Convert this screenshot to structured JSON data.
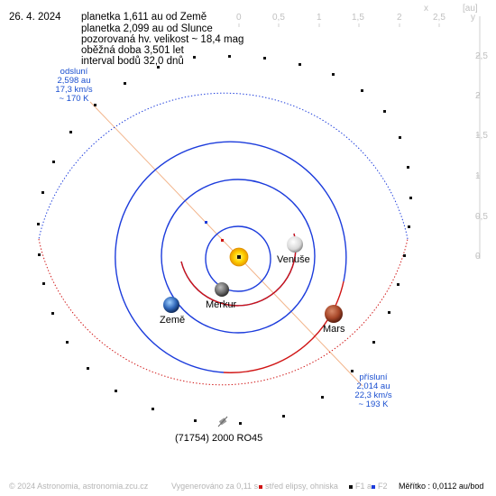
{
  "date": "26. 4. 2024",
  "info_lines": [
    "planetka 1,611 au od Země",
    "planetka 2,099 au od Slunce",
    "pozorovaná hv. velikost ~ 18,4 mag",
    "oběžná doba 3,501 let",
    "interval bodů 32,0 dnů"
  ],
  "aphelion": {
    "title": "odsluní",
    "distance": "2,598 au",
    "speed": "17,3 km/s",
    "temperature": "~ 170 K"
  },
  "perihelion": {
    "title": "přísluní",
    "distance": "2,014 au",
    "speed": "22,3 km/s",
    "temperature": "~ 193 K"
  },
  "asteroid_label": "(71754) 2000 RO45",
  "planets": {
    "venus": "Venuše",
    "earth": "Země",
    "mercury": "Merkur",
    "mars": "Mars"
  },
  "top_axis": {
    "corner_x": "x",
    "unit": "[au]",
    "ticks": [
      "0",
      "0,5",
      "1",
      "1,5",
      "2",
      "2,5"
    ]
  },
  "right_axis": {
    "corner_y": "y",
    "ticks": [
      "2,5",
      "2",
      "1,5",
      "1",
      "0,5",
      "0"
    ]
  },
  "footer": {
    "copyright": "© 2024 Astronomia, astronomia.zcu.cz",
    "generated": "Vygenerováno za 0,11 s",
    "legend_center": "střed elipsy, ohniska",
    "legend_f1": "F1 a",
    "legend_f2": "F2",
    "scale": "Měřítko : 0,0112 au/bod"
  },
  "colors": {
    "blue": "#1c3cdc",
    "red": "#d01414",
    "sun": "#ffd200",
    "text_blue": "#1a4fd0"
  }
}
